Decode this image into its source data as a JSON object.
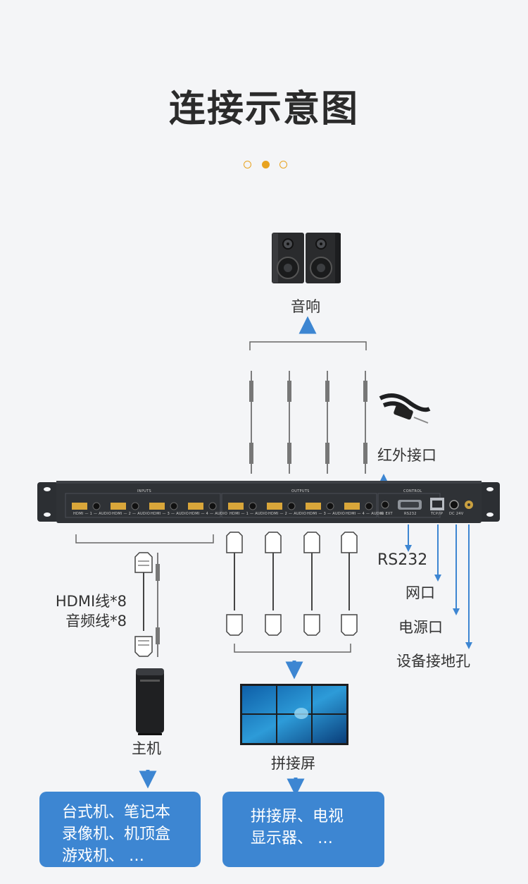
{
  "page": {
    "title": "连接示意图"
  },
  "labels": {
    "speaker": "音响",
    "ir": "红外接口",
    "rs232": "RS232",
    "network": "网口",
    "power": "电源口",
    "ground": "设备接地孔",
    "hdmi_cable": "HDMI线*8",
    "audio_cable": "音频线*8",
    "host": "主机",
    "video_wall": "拼接屏"
  },
  "panel": {
    "inputs": "INPUTS",
    "outputs": "OUTPUTS",
    "control": "CONTROL",
    "in_ports": [
      "HDMI — 1 — AUDIO",
      "HDMI — 2 — AUDIO",
      "HDMI — 3 — AUDIO",
      "HDMI — 4 — AUDIO"
    ],
    "out_ports": [
      "HDMI — 1 — AUDIO",
      "HDMI — 2 — AUDIO",
      "HDMI — 3 — AUDIO",
      "HDMI — 4 — AUDIO"
    ],
    "ir_ext": "IR EXT",
    "rs232": "RS232",
    "tcpip": "TCP/IP",
    "dc": "DC 24V"
  },
  "boxes": {
    "sources": [
      "台式机、笔记本",
      "录像机、机顶盒",
      "游戏机、 …"
    ],
    "displays": [
      "拼接屏、电视",
      "显示器、 …"
    ]
  },
  "colors": {
    "accent": "#3d86d2",
    "dot": "#e8a320",
    "device": "#2f3236"
  }
}
